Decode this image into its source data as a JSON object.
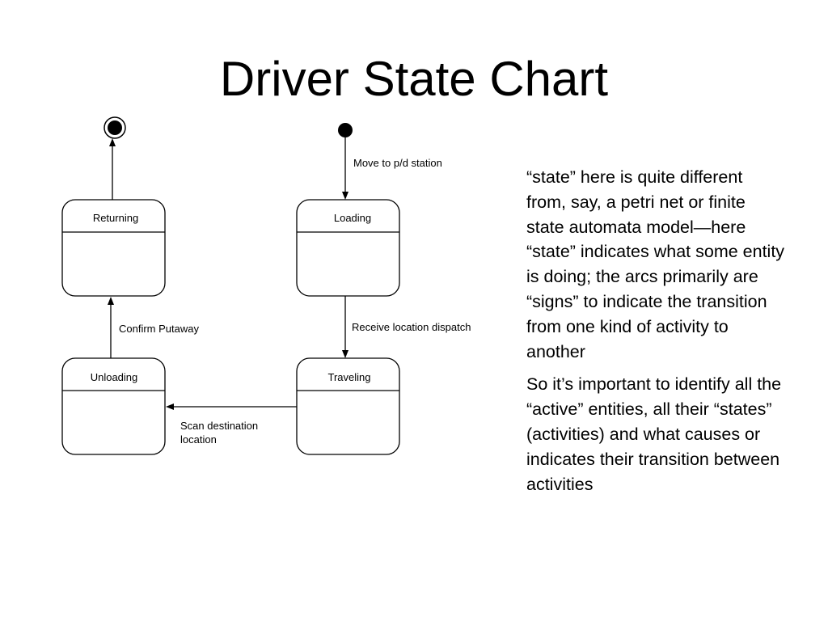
{
  "slide": {
    "title": "Driver State Chart"
  },
  "diagram": {
    "states": {
      "returning": "Returning",
      "loading": "Loading",
      "unloading": "Unloading",
      "traveling": "Traveling"
    },
    "transitions": {
      "initial_to_loading": "Move to p/d station",
      "loading_to_traveling": "Receive location dispatch",
      "traveling_to_unloading_line1": "Scan destination",
      "traveling_to_unloading_line2": "location",
      "unloading_to_returning": "Confirm Putaway"
    }
  },
  "notes": {
    "paragraphs": [
      "“state” here is quite different from, say, a petri net or finite state automata model—here “state” indicates what some entity is doing;  the arcs primarily are “signs” to indicate the transition from one kind of activity to another",
      "So it’s important to identify all the “active” entities, all their “states” (activities) and what causes or indicates their transition between activities"
    ]
  }
}
